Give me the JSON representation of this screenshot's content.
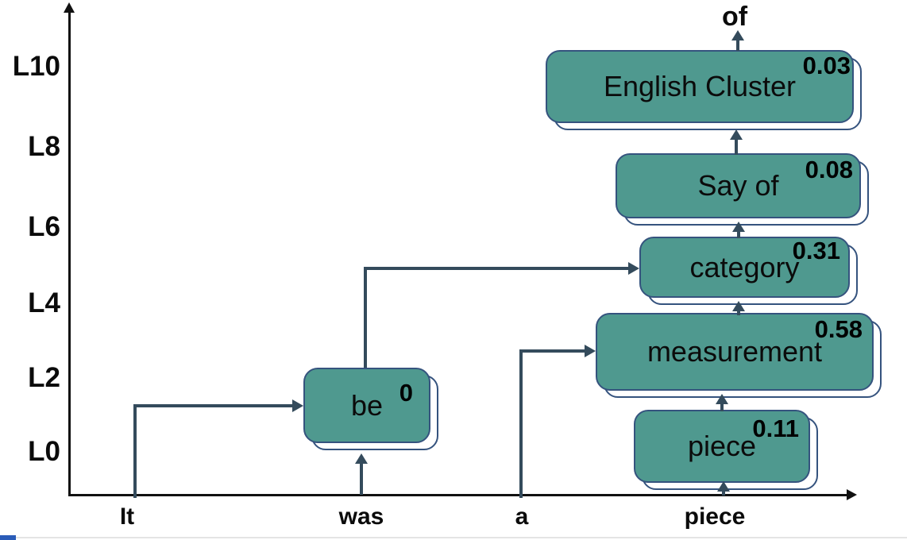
{
  "figure": {
    "predicted_token": "of",
    "y_axis_ticks": [
      "L10",
      "L8",
      "L6",
      "L4",
      "L2",
      "L0"
    ],
    "input_tokens": [
      "It",
      "was",
      "a",
      "piece"
    ],
    "nodes": [
      {
        "id": "english-cluster",
        "label": "English Cluster",
        "score": "0.03"
      },
      {
        "id": "say-of",
        "label": "Say of",
        "score": "0.08"
      },
      {
        "id": "category",
        "label": "category",
        "score": "0.31"
      },
      {
        "id": "measurement",
        "label": "measurement",
        "score": "0.58"
      },
      {
        "id": "piece",
        "label": "piece",
        "score": "0.11"
      },
      {
        "id": "be",
        "label": "be",
        "score": "0"
      }
    ]
  },
  "colors": {
    "node-fill": "#4F998F",
    "node-border": "#35537E",
    "arrow": "#344B5C",
    "axis": "#111111",
    "corner-accent": "#2A5CB8"
  }
}
